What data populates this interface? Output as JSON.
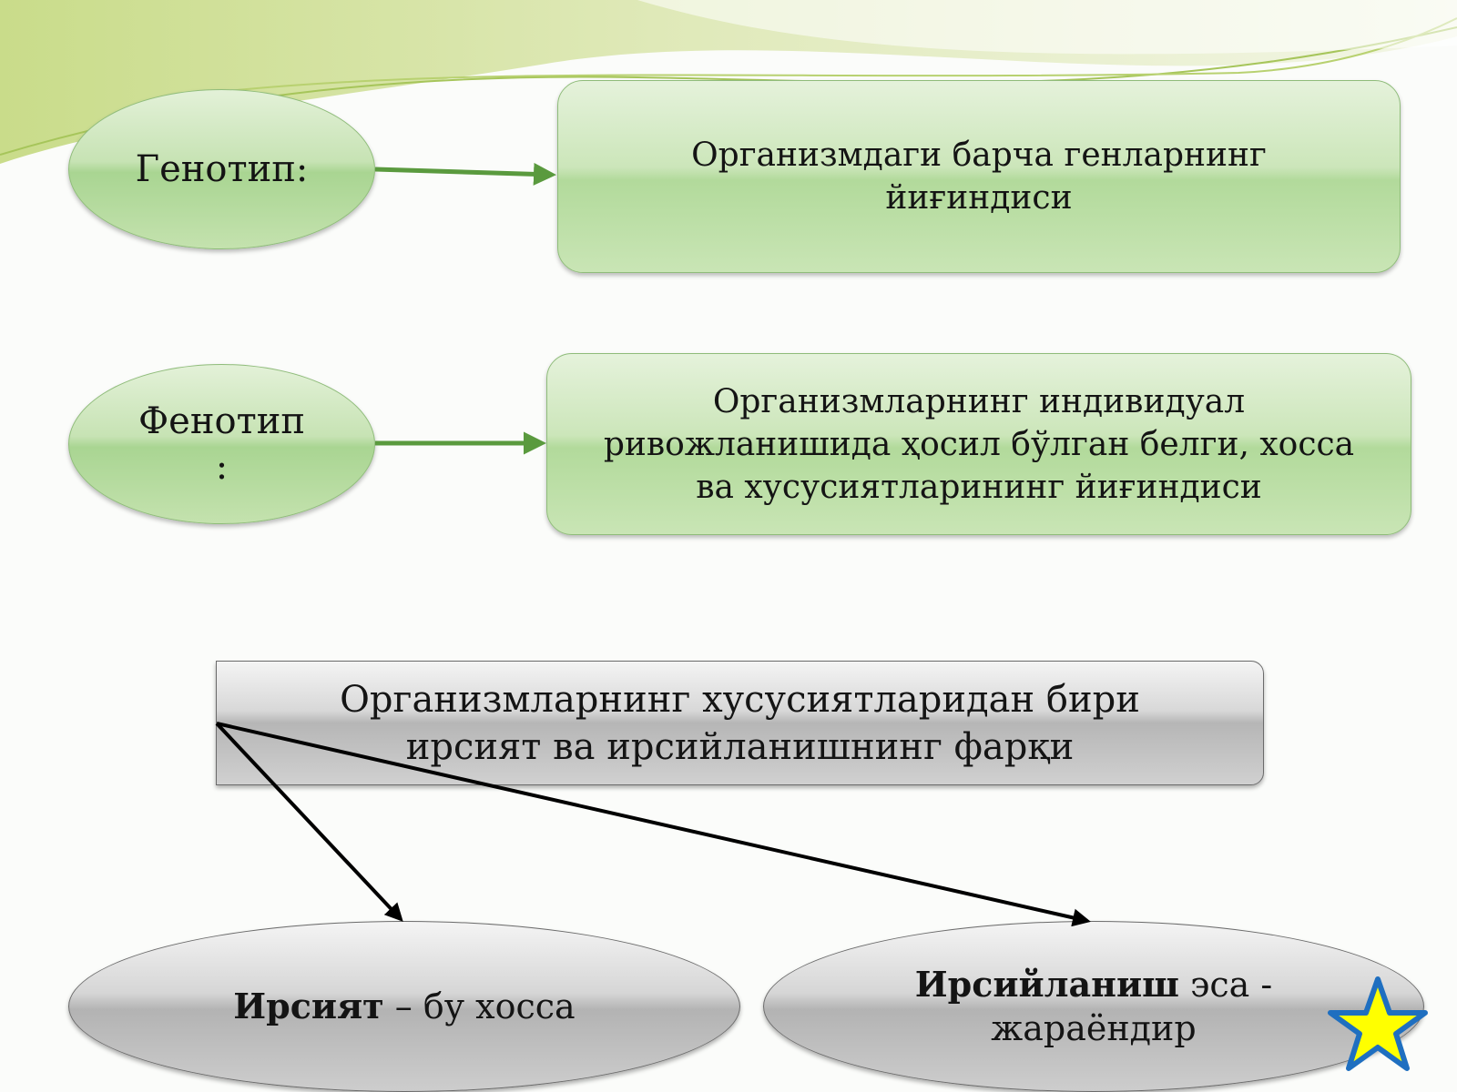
{
  "genotype": {
    "label_line1": "Генотип:",
    "definition_line1": "Организмдаги барча генларнинг",
    "definition_line2": "йиғиндиси"
  },
  "phenotype": {
    "label_line1": "Фенотип",
    "label_line2": ":",
    "definition_line1": "Организмларнинг индивидуал",
    "definition_line2": "ривожланишида ҳосил бўлган белги, хосса",
    "definition_line3": "ва хусусиятларининг йиғиндиси"
  },
  "difference": {
    "line1": "Организмларнинг хусусиятларидан бири",
    "line2": "ирсият ва ирсийланишнинг фарқи"
  },
  "heredity": {
    "term": "Ирсият",
    "rest": " – бу хосса"
  },
  "inheritance": {
    "term": "Ирсийланиш",
    "rest_line1": " эса -",
    "line2": "жараёндир"
  },
  "colors": {
    "green_arrow": "#5a9a3e",
    "black_arrow": "#000000",
    "star_fill": "#ffff00",
    "star_outline": "#1f6fc0"
  }
}
